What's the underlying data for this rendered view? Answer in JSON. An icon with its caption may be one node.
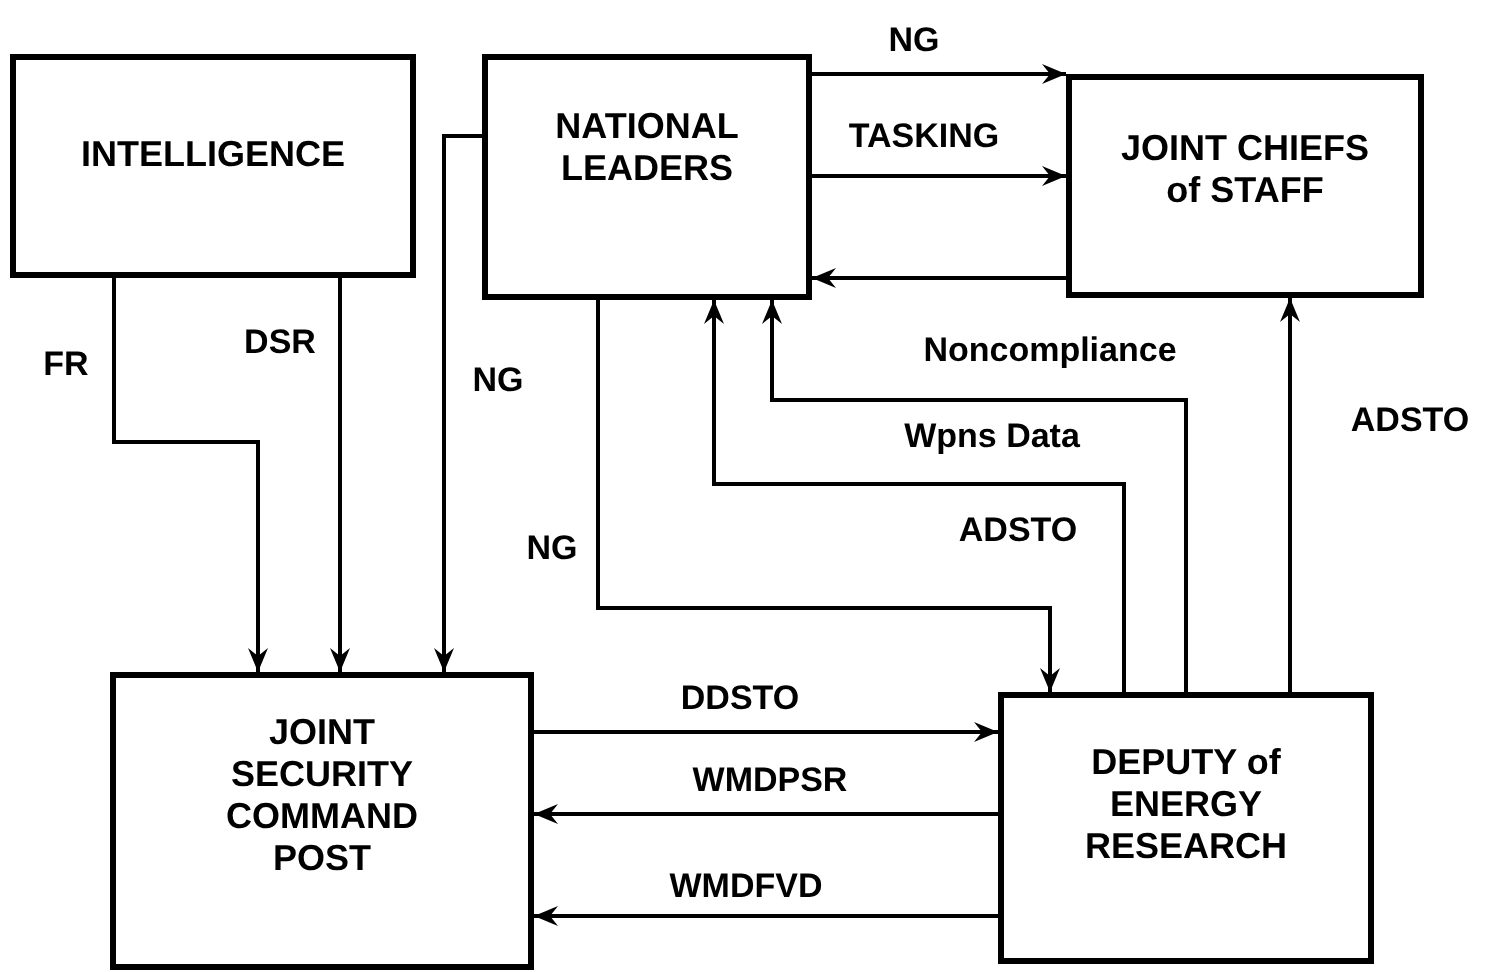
{
  "diagram": {
    "nodes": [
      {
        "text": [
          "INTELLIGENCE"
        ]
      },
      {
        "text": [
          "NATIONAL LEADERS"
        ]
      },
      {
        "text": [
          "JOINT CHIEFS of STAFF"
        ]
      },
      {
        "text": [
          "JOINT SECURITY COMMAND POST"
        ]
      },
      {
        "text": [
          "DEPUTY of ENERGY RESEARCH"
        ]
      }
    ],
    "edges": [
      {
        "from": 0,
        "to": 3,
        "arrow": "to",
        "label": "FR"
      },
      {
        "from": 0,
        "to": 3,
        "arrow": "to",
        "label": "DSR"
      },
      {
        "from": 1,
        "to": 3,
        "arrow": "to",
        "label": "NG"
      },
      {
        "from": 1,
        "to": 4,
        "arrow": "to",
        "label": "NG"
      },
      {
        "from": 1,
        "to": 2,
        "arrow": "to",
        "label": "NG"
      },
      {
        "from": 1,
        "to": 2,
        "arrow": "to",
        "label": "TASKING"
      },
      {
        "from": 2,
        "to": 1,
        "arrow": "to",
        "label": "Noncompliance"
      },
      {
        "from": 4,
        "to": 1,
        "arrow": "to",
        "label": "Wpns Data"
      },
      {
        "from": 4,
        "to": 1,
        "arrow": "to",
        "label": "ADSTO"
      },
      {
        "from": 4,
        "to": 2,
        "arrow": "to",
        "label": "ADSTO"
      },
      {
        "from": 3,
        "to": 4,
        "arrow": "to",
        "label": "DDSTO"
      },
      {
        "from": 4,
        "to": 3,
        "arrow": "to",
        "label": "WMDPSR"
      },
      {
        "from": 4,
        "to": 3,
        "arrow": "to",
        "label": "WMDFVD"
      }
    ]
  }
}
